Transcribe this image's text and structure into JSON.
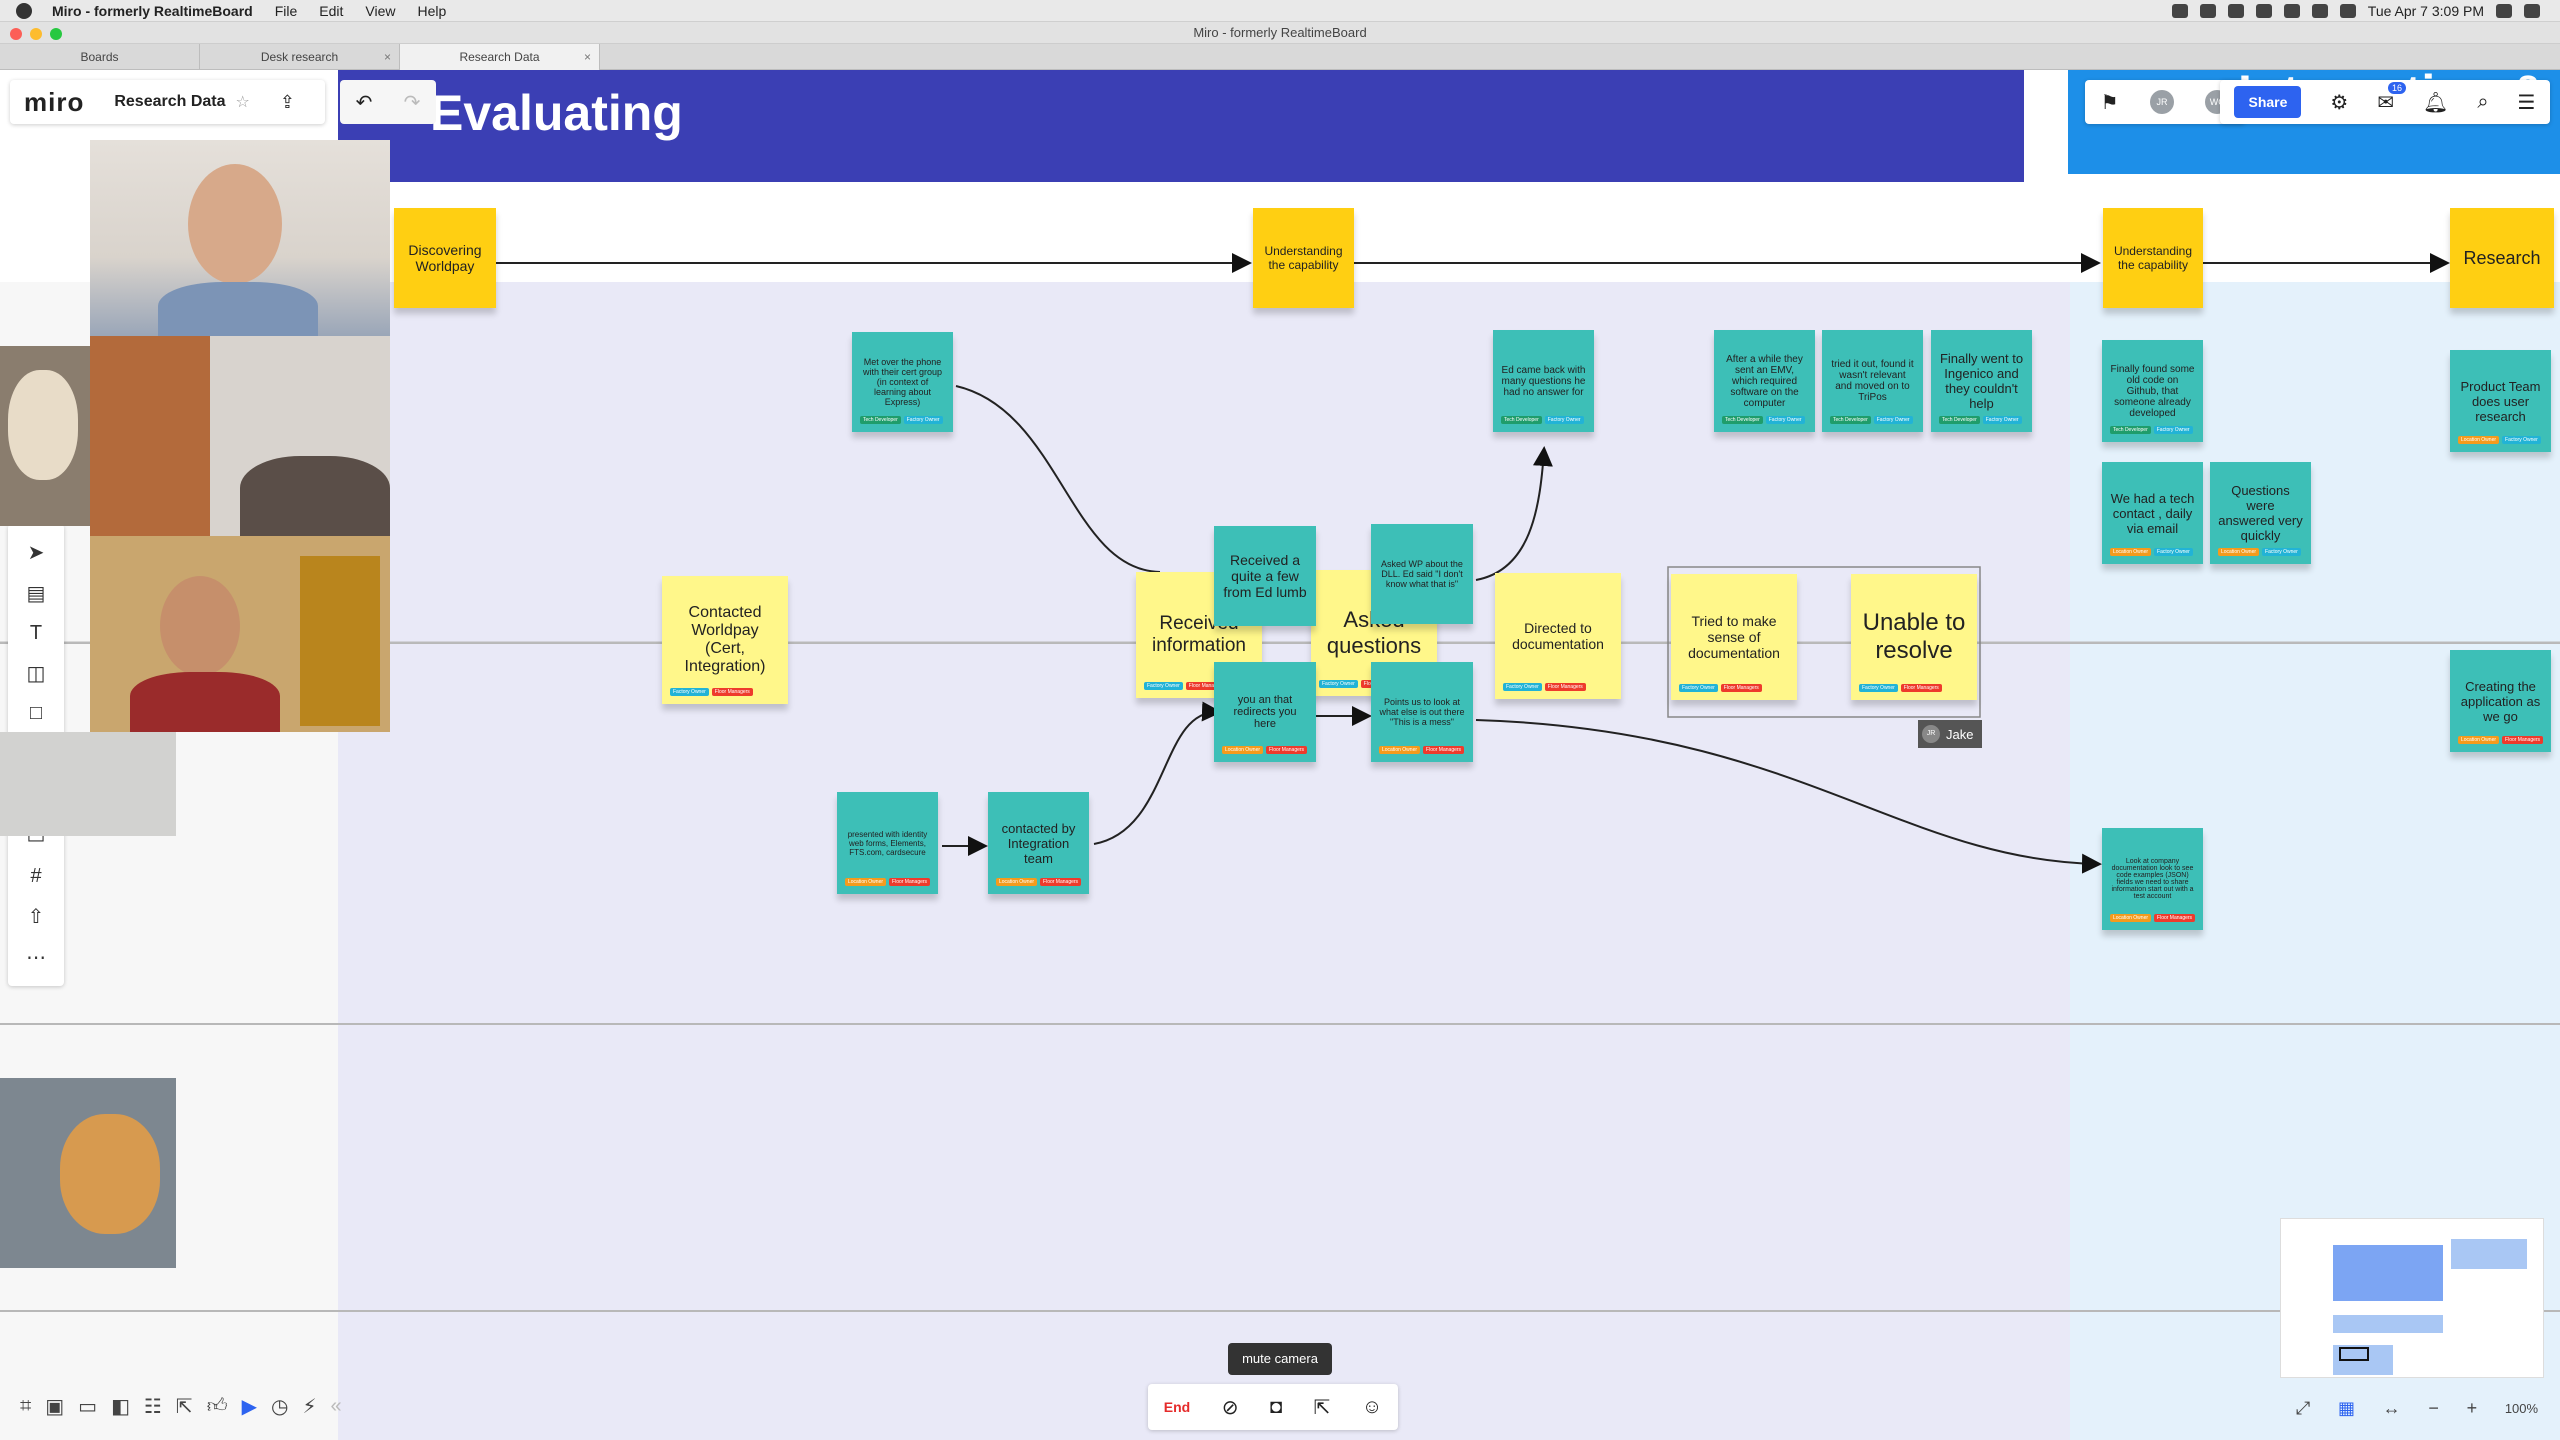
{
  "menubar": {
    "app_name": "Miro - formerly RealtimeBoard",
    "items": [
      "File",
      "Edit",
      "View",
      "Help"
    ],
    "datetime": "Tue Apr 7  3:09 PM"
  },
  "window": {
    "title": "Miro - formerly RealtimeBoard"
  },
  "tabs": [
    {
      "label": "Boards"
    },
    {
      "label": "Desk research"
    },
    {
      "label": "Research Data"
    }
  ],
  "board": {
    "logo": "miro",
    "name": "Research Data",
    "banner_evaluating": "Evaluating",
    "banner_integrating": "Integrating &",
    "share_label": "Share",
    "avatar_1": "JR",
    "avatar_2": "WC",
    "notification_count": "16",
    "cursor_label": "Jake",
    "cursor_avatar": "JR"
  },
  "stages": {
    "s1": "Discovering Worldpay",
    "s2": "Understanding the capability",
    "s3": "Understanding the capability",
    "s4": "Research"
  },
  "notes": {
    "contacted": "Contacted Worldpay (Cert, Integration)",
    "received_info": "Received information",
    "asked": "Asked questions",
    "directed": "Directed to documentation",
    "tried": "Tried to make sense of documentation",
    "unable": "Unable to resolve",
    "met_phone": "Met over the phone with their cert group (in context of learning about Express)",
    "received_few": "Received a quite a few from Ed lumb",
    "asked_wp": "Asked WP about the DLL. Ed said \"I don't know what that is\"",
    "you_an": "you an that redirects you here",
    "points_us": "Points us to look at what else is out there \"This is a mess\"",
    "ed_came_back": "Ed came back with many questions he had no answer for",
    "after_while": "After a while they sent an EMV, which required software on the computer",
    "tried_out": "tried it out, found it wasn't relevant and moved on to TriPos",
    "finally_went": "Finally went to Ingenico and they couldn't help",
    "finally_found": "Finally found some old code on Github, that someone already developed",
    "tech_contact": "We had a tech contact , daily via email",
    "questions_answered": "Questions were answered very quickly",
    "presented": "presented with identity web forms, Elements, FTS.com, cardsecure",
    "contacted_integration": "contacted by Integration team",
    "look_company": "Look at company documentation look to see code examples (JSON) fields we need to share information start out with a test account",
    "product_team": "Product Team does user research",
    "creating_app": "Creating the application as we go"
  },
  "tag_labels": {
    "factory_owner": "Factory Owner",
    "floor_managers": "Floor Managers",
    "location_owner": "Location Owner",
    "tech_developer": "Tech Developer"
  },
  "call": {
    "end_label": "End",
    "tooltip": "mute camera"
  },
  "zoom": {
    "level": "100%"
  }
}
